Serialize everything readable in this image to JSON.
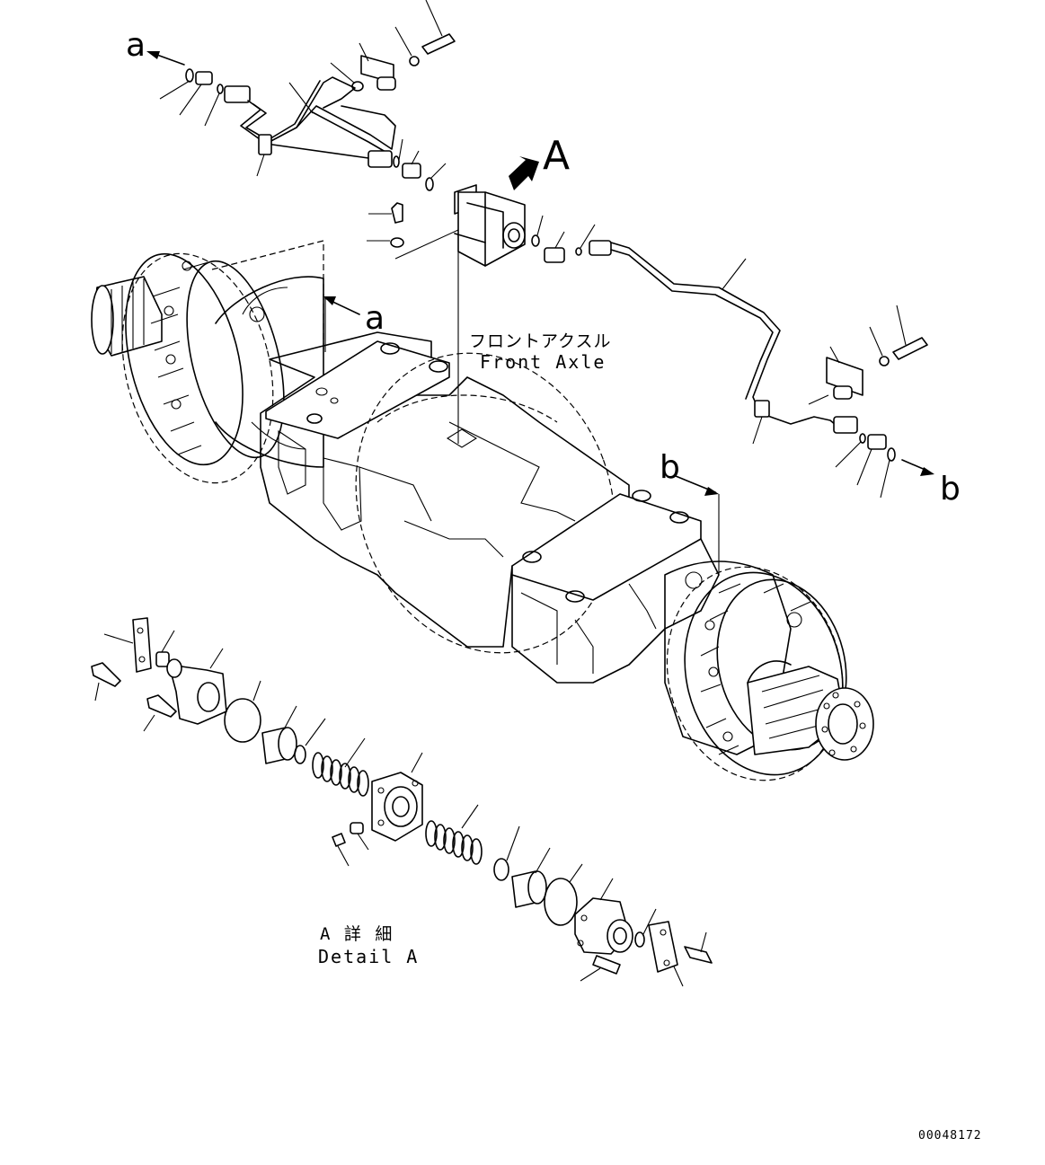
{
  "labels": {
    "view_a": "A",
    "ref_a_top": "a",
    "ref_a_axle": "a",
    "ref_b_axle": "b",
    "ref_b_right": "b"
  },
  "callouts": {
    "front_axle_jp": "フロントアクスル",
    "front_axle_en": "Front Axle",
    "detail_jp": "A 詳 細",
    "detail_en": "Detail A"
  },
  "drawing_number": "00048172",
  "colors": {
    "ink": "#000000",
    "paper": "#ffffff"
  }
}
